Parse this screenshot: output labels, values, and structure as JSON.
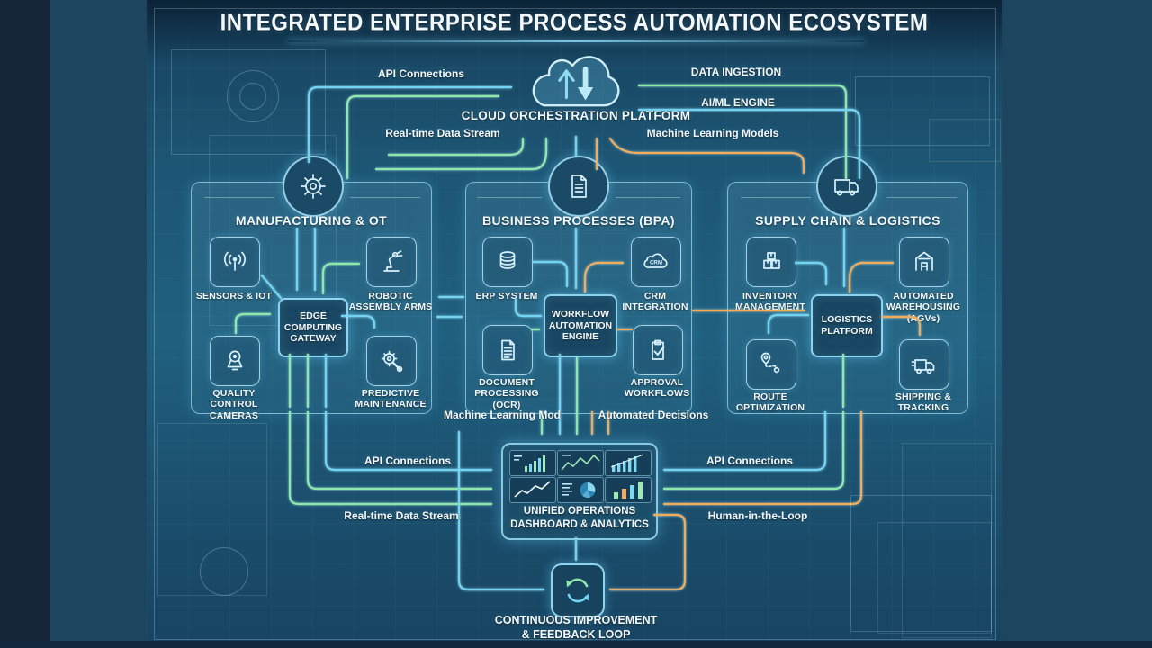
{
  "title": "INTEGRATED ENTERPRISE PROCESS AUTOMATION ECOSYSTEM",
  "cloud": {
    "label": "CLOUD ORCHESTRATION PLATFORM",
    "icon": "cloud-sync-icon"
  },
  "flow_labels": {
    "api_connections_top": "API Connections",
    "data_ingestion": "DATA INGESTION",
    "ai_ml_engine": "AI/ML ENGINE",
    "realtime_top": "Real-time Data Stream",
    "ml_models": "Machine Learning Models",
    "ml_mod": "Machine Learning Mod",
    "automated_decisions": "Automated Decisions",
    "api_connections_left": "API Connections",
    "realtime_bottom": "Real-time Data Stream",
    "api_connections_right": "API Connections",
    "human_in_loop": "Human-in-the-Loop"
  },
  "sections": {
    "manufacturing": {
      "title": "MANUFACTURING & OT",
      "icon": "gear-icon",
      "hub": {
        "label": "EDGE COMPUTING GATEWAY"
      },
      "nodes": [
        {
          "label": "SENSORS & IOT",
          "icon": "iot-sensor-icon"
        },
        {
          "label": "ROBOTIC ASSEMBLY ARMS",
          "icon": "robotic-arm-icon"
        },
        {
          "label": "QUALITY CONTROL CAMERAS",
          "icon": "camera-icon"
        },
        {
          "label": "PREDICTIVE MAINTENANCE",
          "icon": "gear-wrench-icon"
        }
      ]
    },
    "business": {
      "title": "BUSINESS PROCESSES (BPA)",
      "icon": "document-icon",
      "hub": {
        "label": "WORKFLOW AUTOMATION ENGINE"
      },
      "nodes": [
        {
          "label": "ERP SYSTEM",
          "icon": "database-icon"
        },
        {
          "label": "CRM INTEGRATION",
          "icon": "crm-cloud-icon",
          "icon_text": "CRM"
        },
        {
          "label": "DOCUMENT PROCESSING (OCR)",
          "icon": "document-lines-icon"
        },
        {
          "label": "APPROVAL WORKFLOWS",
          "icon": "clipboard-check-icon"
        }
      ]
    },
    "supply": {
      "title": "SUPPLY CHAIN & LOGISTICS",
      "icon": "truck-icon",
      "hub": {
        "label": "LOGISTICS PLATFORM"
      },
      "nodes": [
        {
          "label": "INVENTORY MANAGEMENT",
          "icon": "inventory-boxes-icon"
        },
        {
          "label": "AUTOMATED WAREHOUSING (AGVs)",
          "icon": "warehouse-icon"
        },
        {
          "label": "ROUTE OPTIMIZATION",
          "icon": "route-pin-icon"
        },
        {
          "label": "SHIPPING & TRACKING",
          "icon": "delivery-truck-icon"
        }
      ]
    }
  },
  "dashboard": {
    "line1": "UNIFIED OPERATIONS",
    "line2": "DASHBOARD & ANALYTICS",
    "charts": [
      "bar-chart",
      "line-chart",
      "bar-trend-chart",
      "trend-line-chart",
      "pie-chart",
      "column-chart"
    ]
  },
  "feedback": {
    "line1": "CONTINUOUS IMPROVEMENT",
    "line2": "& FEEDBACK LOOP",
    "icon": "refresh-loop-icon"
  },
  "palette": {
    "cyan": "#72d4f2",
    "green": "#8fe8ab",
    "orange": "#f0ac5f",
    "text": "#f2f8fb"
  }
}
